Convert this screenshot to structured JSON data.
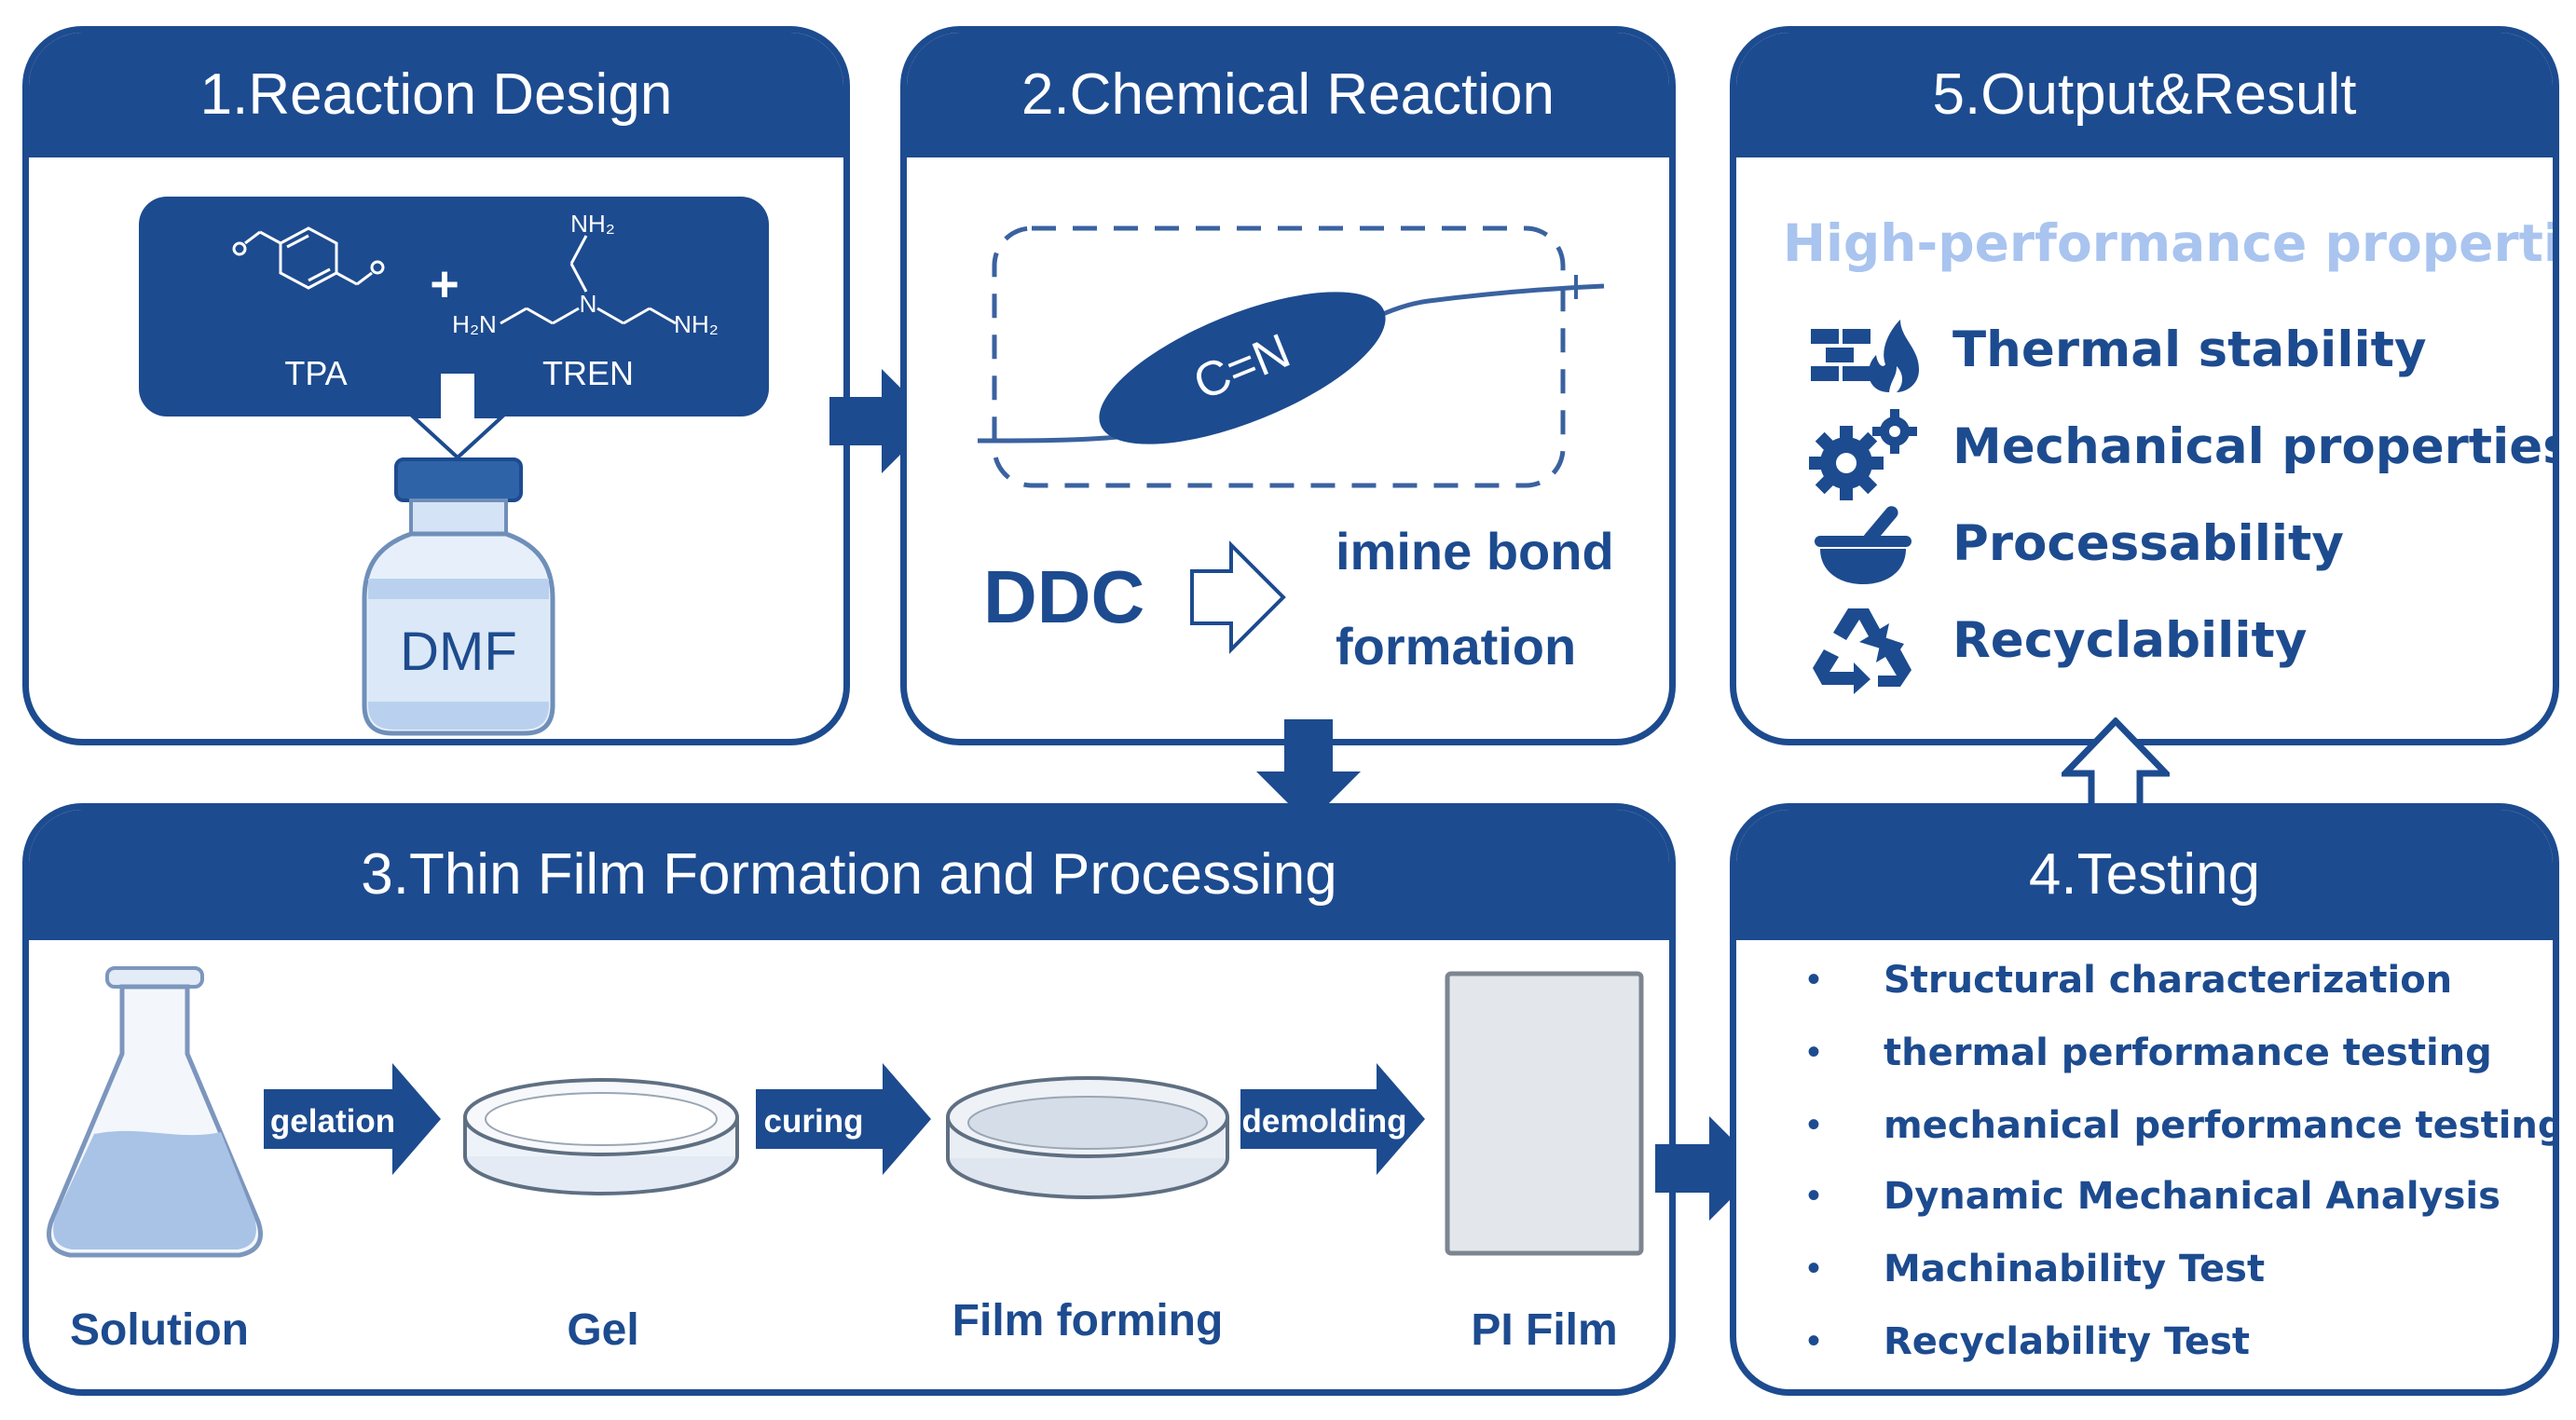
{
  "panels": {
    "reaction_design": {
      "title": "1.Reaction Design",
      "reactant1": "TPA",
      "reactant2": "TREN",
      "plus": "+",
      "solvent": "DMF",
      "chem_labels": {
        "nh2_top": "NH₂",
        "h2n_left": "H₂N",
        "nh2_right": "NH₂",
        "n_center": "N"
      }
    },
    "chemical_reaction": {
      "title": "2.Chemical Reaction",
      "bond": "C=N",
      "ddc": "DDC",
      "result_line1": "imine bond",
      "result_line2": "formation"
    },
    "film_formation": {
      "title": "3.Thin Film Formation and Processing",
      "steps": [
        "Solution",
        "Gel",
        "Film forming",
        "PI Film"
      ],
      "transitions": [
        "gelation",
        "curing",
        "demolding"
      ]
    },
    "testing": {
      "title": "4.Testing",
      "bullet": "•",
      "items": [
        "Structural characterization",
        "thermal performance testing",
        "mechanical performance testing",
        "Dynamic Mechanical Analysis",
        "Machinability Test",
        "Recyclability Test"
      ]
    },
    "output": {
      "title": "5.Output&Result",
      "subtitle": "High-performance properties",
      "properties": [
        {
          "label": "Thermal stability",
          "icon": "brick-flame-icon"
        },
        {
          "label": "Mechanical properties",
          "icon": "gears-icon"
        },
        {
          "label": "Processability",
          "icon": "mortar-pestle-icon"
        },
        {
          "label": "Recyclability",
          "icon": "recycle-icon"
        }
      ]
    }
  },
  "colors": {
    "primary": "#1d4b8f",
    "subtitle": "#a9c4ef",
    "film": "#e3e6ea"
  }
}
